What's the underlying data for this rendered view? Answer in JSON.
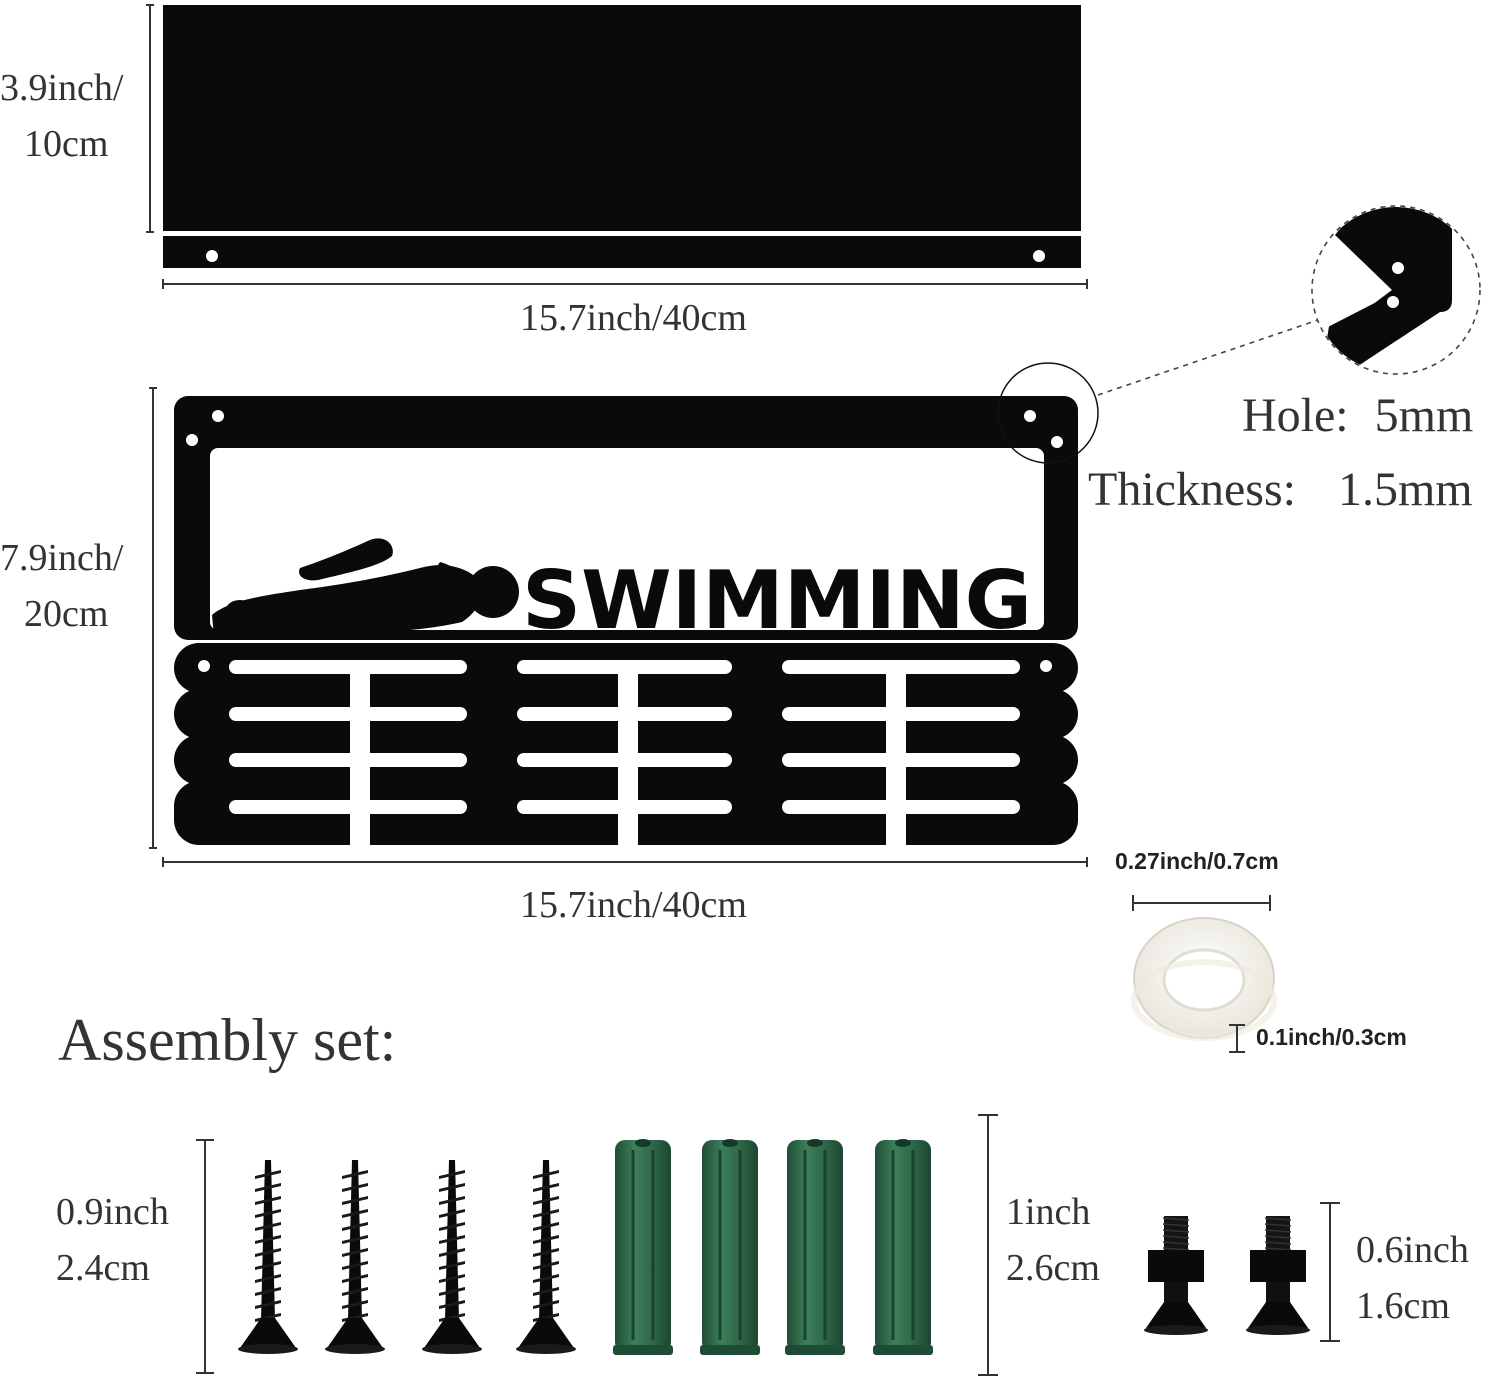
{
  "shelf": {
    "height_inch": "3.9inch/",
    "height_cm": "10cm",
    "width": "15.7inch/40cm"
  },
  "rack": {
    "title": "SWIMMING",
    "height_inch": "7.9inch/",
    "height_cm": "20cm",
    "width": "15.7inch/40cm"
  },
  "specs": {
    "hole_label": "Hole:",
    "hole_value": "5mm",
    "thickness_label": "Thickness:",
    "thickness_value": "1.5mm"
  },
  "spacer": {
    "diameter": "0.27inch/0.7cm",
    "thickness": "0.1inch/0.3cm"
  },
  "assembly": {
    "heading": "Assembly set:",
    "screw_inch": "0.9inch",
    "screw_cm": "2.4cm",
    "anchor_inch": "1inch",
    "anchor_cm": "2.6cm",
    "bolt_inch": "0.6inch",
    "bolt_cm": "1.6cm"
  },
  "colors": {
    "metal": "#0a0a0a",
    "anchor": "#2f6b4b",
    "spacer": "#f3f1ea"
  }
}
